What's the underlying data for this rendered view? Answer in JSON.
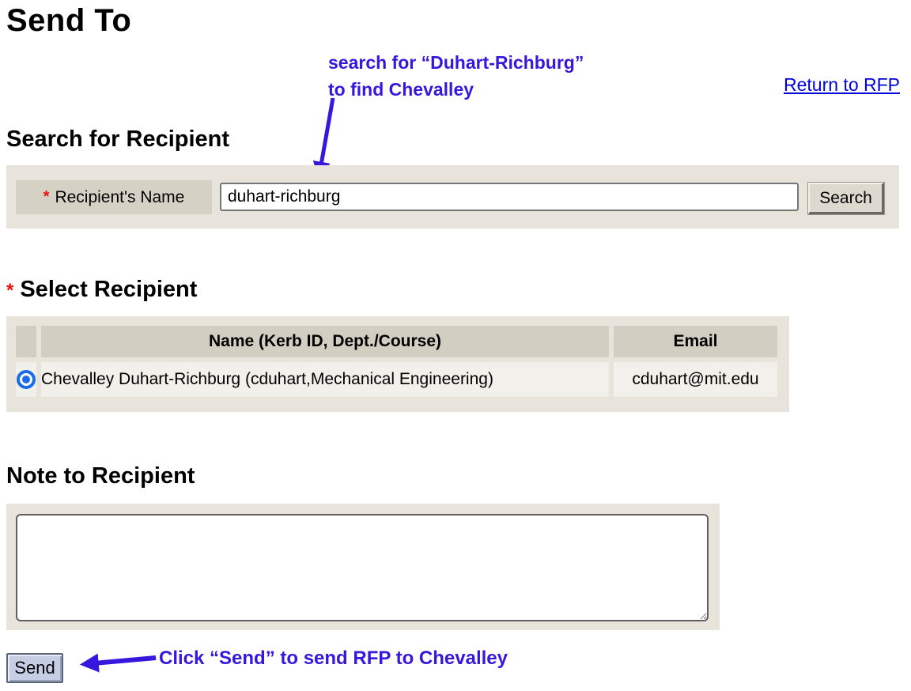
{
  "page": {
    "title": "Send To"
  },
  "links": {
    "return_to_rfp": "Return to RFP"
  },
  "annotations": {
    "search_hint_line1": "search for “Duhart-Richburg”",
    "search_hint_line2": "to find Chevalley",
    "send_hint": "Click “Send” to send RFP to Chevalley"
  },
  "search": {
    "heading": "Search for Recipient",
    "required_marker": "*",
    "field_label": "Recipient's Name",
    "field_value": "duhart-richburg",
    "button_label": "Search"
  },
  "select": {
    "heading": "Select Recipient",
    "required_marker": "*",
    "columns": {
      "name": "Name (Kerb ID, Dept./Course)",
      "email": "Email"
    },
    "recipients": [
      {
        "name": "Chevalley Duhart-Richburg (cduhart,Mechanical Engineering)",
        "email": "cduhart@mit.edu",
        "selected": true
      }
    ]
  },
  "note": {
    "heading": "Note to Recipient",
    "value": "",
    "send_button_label": "Send"
  },
  "colors": {
    "annotation_blue": "#3617de",
    "link_blue": "#0000dd",
    "required_red": "#e8140a",
    "radio_blue": "#1b6ceb",
    "panel_bg": "#e8e3db",
    "header_cell_bg": "#d3cec2",
    "row_cell_bg": "#f2f0eb",
    "send_button_bg": "#c6cee6"
  }
}
